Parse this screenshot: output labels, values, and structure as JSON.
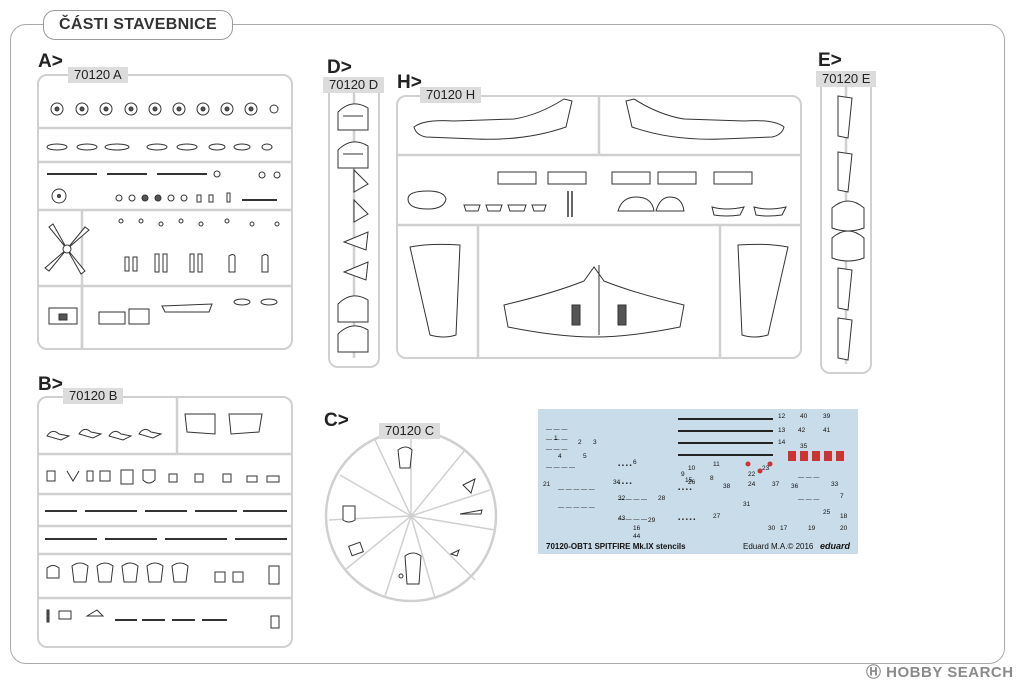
{
  "page": {
    "title": "ČÁSTI STAVEBNICE"
  },
  "sections": {
    "A": {
      "letter": "A>",
      "code": "70120 A"
    },
    "B": {
      "letter": "B>",
      "code": "70120 B"
    },
    "C": {
      "letter": "C>",
      "code": "70120 C"
    },
    "D": {
      "letter": "D>",
      "code": "70120 D"
    },
    "E": {
      "letter": "E>",
      "code": "70120 E"
    },
    "H": {
      "letter": "H>",
      "code": "70120 H"
    }
  },
  "decal_sheet": {
    "product_label": "70120-OBT1 SPITFIRE Mk.IX stencils",
    "copyright": "Eduard M.A.© 2016",
    "brand": "eduard",
    "background_color": "#c9dce9",
    "numbers": [
      "12",
      "40",
      "39",
      "13",
      "42",
      "41",
      "1",
      "2",
      "3",
      "14",
      "35",
      "4",
      "5",
      "10",
      "11",
      "22",
      "23",
      "6",
      "9",
      "15",
      "8",
      "24",
      "37",
      "38",
      "36",
      "33",
      "34",
      "7",
      "16",
      "31",
      "32",
      "26",
      "28",
      "25",
      "21",
      "27",
      "43",
      "29",
      "30",
      "19",
      "20",
      "17",
      "18",
      "44"
    ]
  },
  "watermark": "HOBBY SEARCH"
}
